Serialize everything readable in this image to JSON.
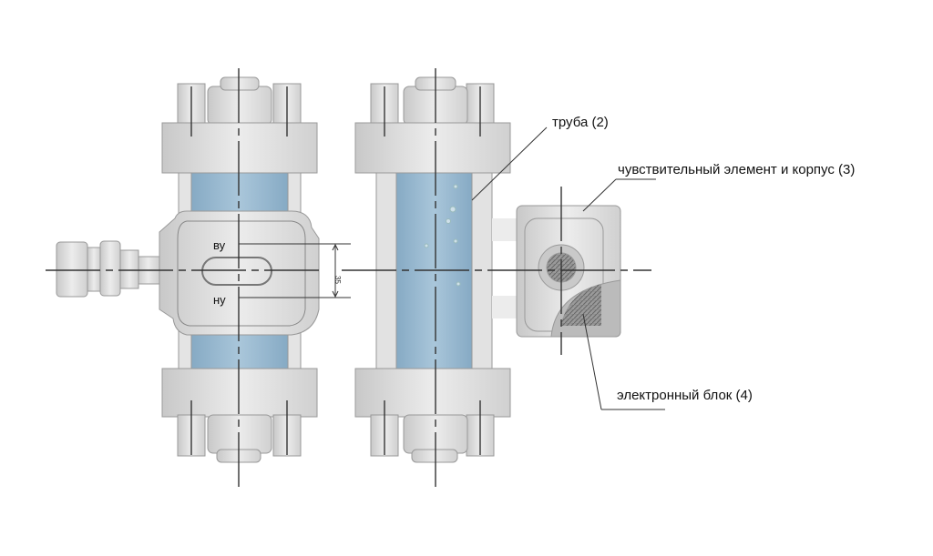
{
  "labels": {
    "pipe": "труба (2)",
    "sensor": "чувствительный элемент и корпус (3)",
    "electronics": "электронный блок (4)",
    "upper_level": "ву",
    "lower_level": "ну",
    "dimension": "35"
  },
  "colors": {
    "water": "#8fb4cc",
    "metal": "#dcdcdc",
    "line": "#333333"
  }
}
